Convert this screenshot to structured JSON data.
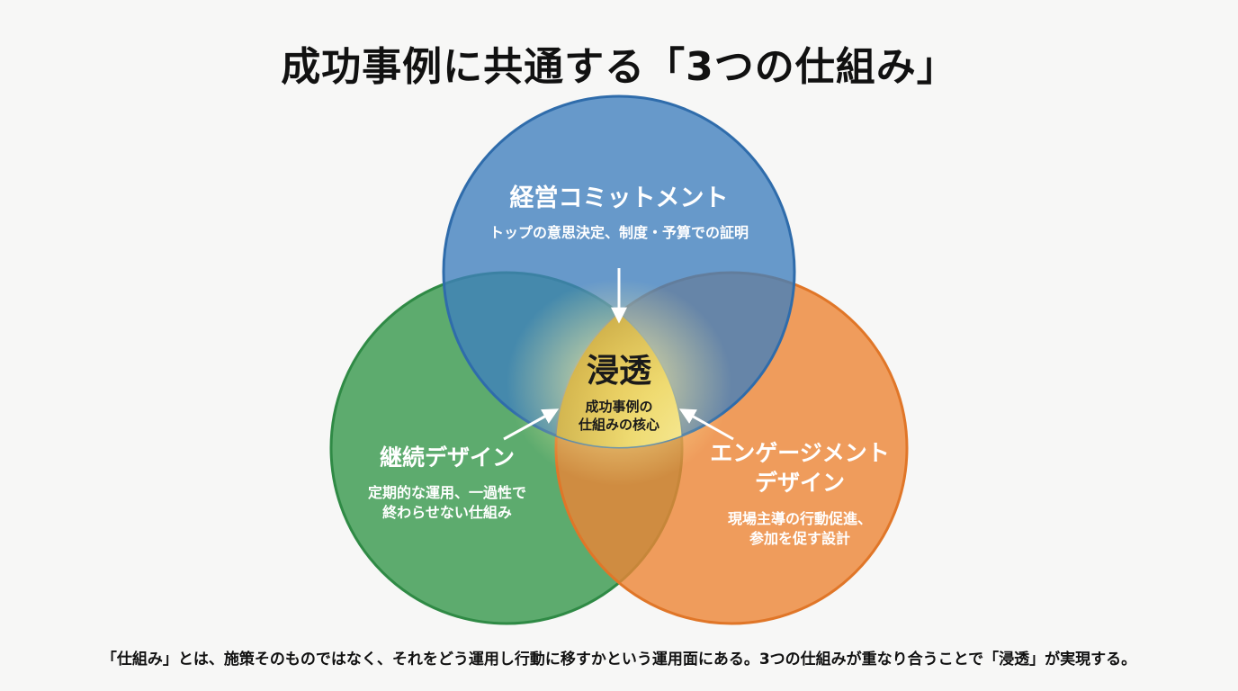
{
  "title": "成功事例に共通する「3つの仕組み」",
  "colors": {
    "top_circle": "#3f7fbe",
    "left_circle": "#3a9a4f",
    "right_circle": "#ec8436",
    "core_glow": "#f5e27a"
  },
  "circles": {
    "top": {
      "title": "経営コミットメント",
      "sub": "トップの意思決定、制度・予算での証明"
    },
    "left": {
      "title": "継続デザイン",
      "sub_line1": "定期的な運用、一過性で",
      "sub_line2": "終わらせない仕組み"
    },
    "right": {
      "title_line1": "エンゲージメント",
      "title_line2": "デザイン",
      "sub_line1": "現場主導の行動促進、",
      "sub_line2": "参加を促す設計"
    }
  },
  "core": {
    "title": "浸透",
    "sub_line1": "成功事例の",
    "sub_line2": "仕組みの核心"
  },
  "footer": "「仕組み」とは、施策そのものではなく、それをどう運用し行動に移すかという運用面にある。3つの仕組みが重なり合うことで「浸透」が実現する。"
}
